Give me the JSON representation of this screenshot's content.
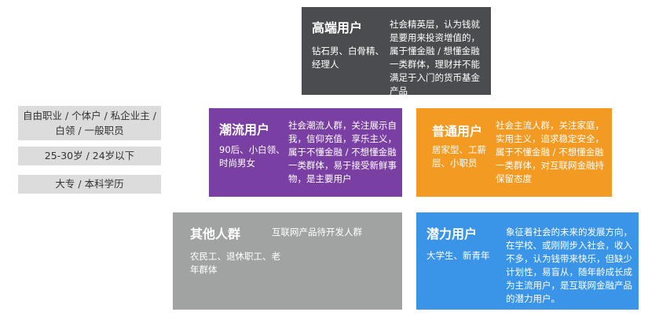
{
  "left_tags": [
    "自由职业 / 个体户 / 私企业主 / 白领 / 一般职员",
    "25-30岁 / 24岁以下",
    "大专 / 本科学历"
  ],
  "segments": {
    "gaoduan": {
      "title": "高端用户",
      "subtitle": "钻石男、白骨精、经理人",
      "description": "社会精英层，认为钱就是要用来投资增值的，属于懂金融 / 想懂金融一类群体，理财并不能满足于入门的货币基金产品",
      "color": "#4b4c50"
    },
    "chaoliu": {
      "title": "潮流用户",
      "subtitle": "90后、小白领、时尚男女",
      "description": "社会潮流人群，关注展示自我，信仰充值，享乐主义，属于不懂金融 / 不想懂金融一类群体，易于接受新鲜事物，是主要用户",
      "color": "#7a3fa2"
    },
    "putong": {
      "title": "普通用户",
      "subtitle": "居家型、工薪层、小职员",
      "description": "社会主流人群，关注家庭，实用主义，追求稳定安全，属于不懂金融 / 不想懂金融一类群体，对互联网金融持保留态度",
      "color": "#f29a22"
    },
    "qita": {
      "title": "其他人群",
      "subtitle": "农民工、退休职工、老年群体",
      "description": "互联网产品待开发人群",
      "color": "#a1a3a2"
    },
    "qianli": {
      "title": "潜力用户",
      "subtitle": "大学生、新青年",
      "description": "象征着社会的未来的发展方向，在学校、或刚刚步入社会，收入不多，认为钱带来快乐，但缺少计划性，易盲从，随年龄成长成为主流用户，是互联网金融产品的潜力用户。",
      "color": "#3a95e8"
    }
  }
}
